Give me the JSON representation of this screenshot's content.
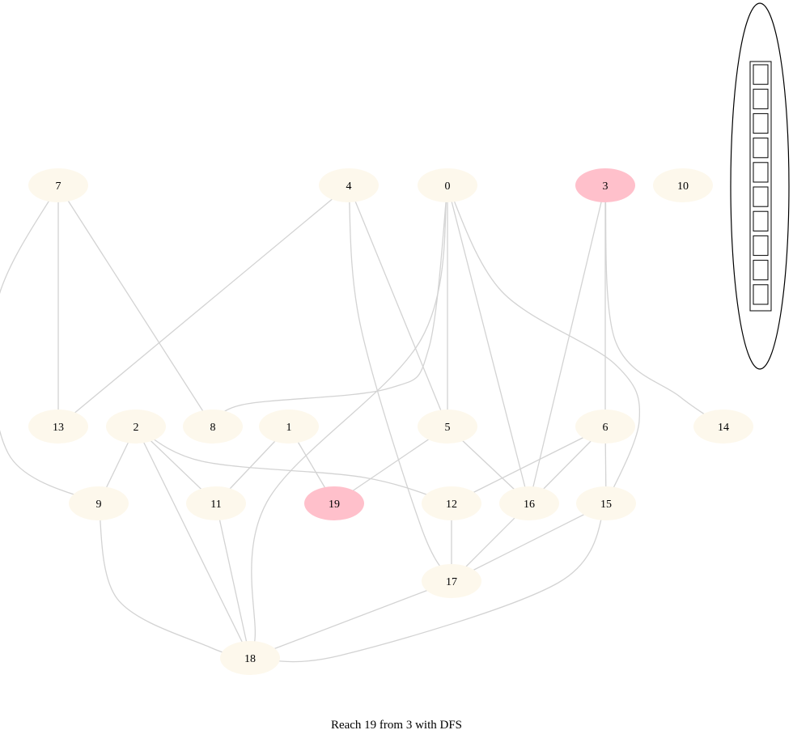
{
  "caption": "Reach 19 from 3 with DFS",
  "colors": {
    "node_default": "#fdf8ec",
    "node_highlight": "#ffc0cb",
    "edge": "#d3d3d3",
    "stack_stroke": "#000000"
  },
  "nodes": [
    {
      "id": "0",
      "label": "0",
      "highlight": false
    },
    {
      "id": "1",
      "label": "1",
      "highlight": false
    },
    {
      "id": "2",
      "label": "2",
      "highlight": false
    },
    {
      "id": "3",
      "label": "3",
      "highlight": true
    },
    {
      "id": "4",
      "label": "4",
      "highlight": false
    },
    {
      "id": "5",
      "label": "5",
      "highlight": false
    },
    {
      "id": "6",
      "label": "6",
      "highlight": false
    },
    {
      "id": "7",
      "label": "7",
      "highlight": false
    },
    {
      "id": "8",
      "label": "8",
      "highlight": false
    },
    {
      "id": "9",
      "label": "9",
      "highlight": false
    },
    {
      "id": "10",
      "label": "10",
      "highlight": false
    },
    {
      "id": "11",
      "label": "11",
      "highlight": false
    },
    {
      "id": "12",
      "label": "12",
      "highlight": false
    },
    {
      "id": "13",
      "label": "13",
      "highlight": false
    },
    {
      "id": "14",
      "label": "14",
      "highlight": false
    },
    {
      "id": "15",
      "label": "15",
      "highlight": false
    },
    {
      "id": "16",
      "label": "16",
      "highlight": false
    },
    {
      "id": "17",
      "label": "17",
      "highlight": false
    },
    {
      "id": "18",
      "label": "18",
      "highlight": false
    },
    {
      "id": "19",
      "label": "19",
      "highlight": true
    }
  ],
  "edges": [
    [
      "7",
      "13"
    ],
    [
      "7",
      "8"
    ],
    [
      "7",
      "9"
    ],
    [
      "4",
      "13"
    ],
    [
      "4",
      "5"
    ],
    [
      "4",
      "17"
    ],
    [
      "0",
      "8"
    ],
    [
      "0",
      "5"
    ],
    [
      "0",
      "16"
    ],
    [
      "0",
      "15"
    ],
    [
      "0",
      "18"
    ],
    [
      "3",
      "6"
    ],
    [
      "3",
      "16"
    ],
    [
      "3",
      "14"
    ],
    [
      "2",
      "9"
    ],
    [
      "2",
      "11"
    ],
    [
      "2",
      "12"
    ],
    [
      "2",
      "18"
    ],
    [
      "1",
      "11"
    ],
    [
      "1",
      "19"
    ],
    [
      "5",
      "19"
    ],
    [
      "5",
      "16"
    ],
    [
      "6",
      "12"
    ],
    [
      "6",
      "16"
    ],
    [
      "6",
      "15"
    ],
    [
      "9",
      "18"
    ],
    [
      "11",
      "18"
    ],
    [
      "12",
      "17"
    ],
    [
      "16",
      "17"
    ],
    [
      "15",
      "17"
    ],
    [
      "15",
      "18"
    ],
    [
      "17",
      "18"
    ]
  ],
  "stack": {
    "capacity": 10,
    "items": []
  }
}
